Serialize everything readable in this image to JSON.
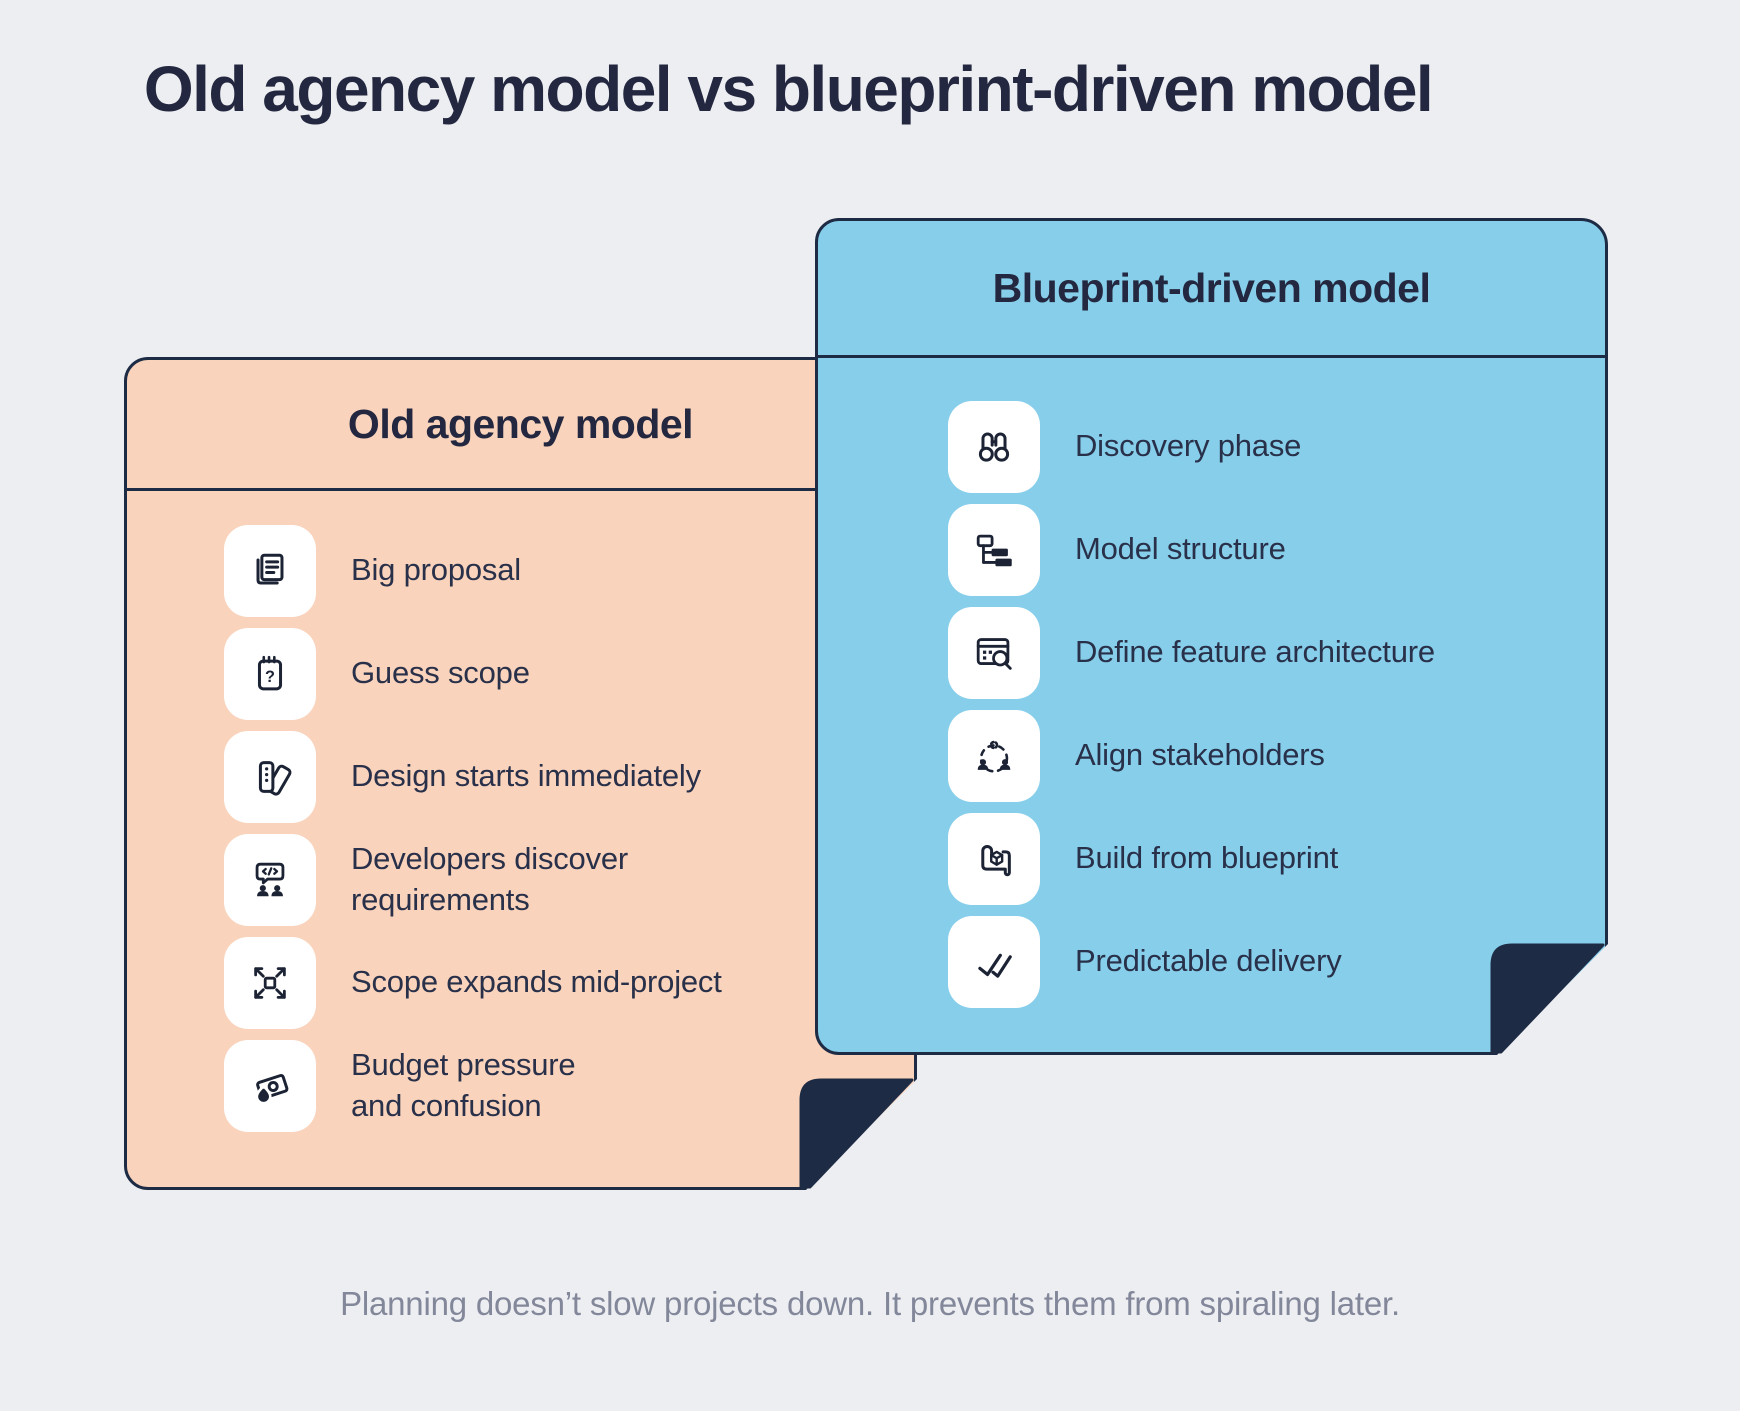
{
  "title": "Old agency model vs blueprint-driven model",
  "caption": "Planning doesn’t slow projects down. It prevents them from spiraling later.",
  "colors": {
    "page-bg": "#edeef2",
    "ink": "#1e2b45",
    "text": "#293049",
    "peach": "#f9d3bc",
    "blue": "#87ceea",
    "tile": "#ffffff",
    "caption": "#83879a"
  },
  "left_card": {
    "title": "Old agency model",
    "items": [
      {
        "icon": "documents-icon",
        "label": "Big proposal"
      },
      {
        "icon": "notepad-question-icon",
        "label": "Guess scope"
      },
      {
        "icon": "swatches-icon",
        "label": "Design starts immediately"
      },
      {
        "icon": "team-chat-icon",
        "label": "Developers discover\nrequirements"
      },
      {
        "icon": "expand-icon",
        "label": "Scope expands mid-project"
      },
      {
        "icon": "burning-money-icon",
        "label": "Budget pressure\nand confusion"
      }
    ]
  },
  "right_card": {
    "title": "Blueprint-driven model",
    "items": [
      {
        "icon": "binoculars-icon",
        "label": "Discovery phase"
      },
      {
        "icon": "structure-icon",
        "label": "Model structure"
      },
      {
        "icon": "window-search-icon",
        "label": "Define feature architecture"
      },
      {
        "icon": "stakeholders-icon",
        "label": "Align stakeholders"
      },
      {
        "icon": "map-roll-icon",
        "label": "Build from blueprint"
      },
      {
        "icon": "double-check-icon",
        "label": "Predictable delivery"
      }
    ]
  }
}
